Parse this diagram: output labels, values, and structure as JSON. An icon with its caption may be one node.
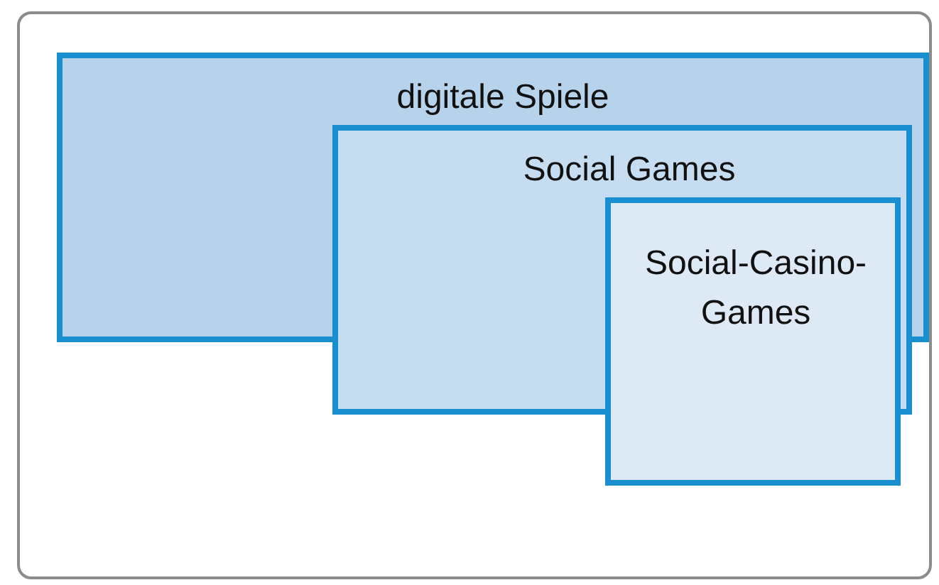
{
  "diagram": {
    "nodes": [
      {
        "text": [
          "digitale Spiele"
        ]
      },
      {
        "text": [
          "Social Games"
        ]
      },
      {
        "text": [
          "Social-Casino-Games"
        ]
      }
    ]
  }
}
